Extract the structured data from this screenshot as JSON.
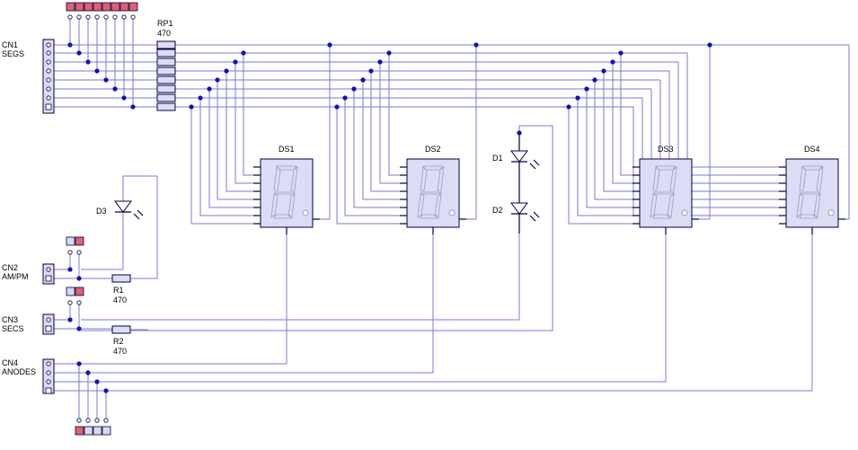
{
  "title": "4-digit 7-segment display clock schematic",
  "colors": {
    "wire": "#7a7ad8",
    "junction": "#1010c0",
    "body": "#dcdcf4",
    "jumper_on": "#e06070",
    "jumper_off": "#d8d8f0"
  },
  "connectors": [
    {
      "ref": "CN1",
      "name": "SEGS",
      "pins": 8
    },
    {
      "ref": "CN2",
      "name": "AM/PM",
      "pins": 2
    },
    {
      "ref": "CN3",
      "name": "SECS",
      "pins": 2
    },
    {
      "ref": "CN4",
      "name": "ANODES",
      "pins": 4
    }
  ],
  "resistors": [
    {
      "ref": "RP1",
      "value": "470"
    },
    {
      "ref": "R1",
      "value": "470"
    },
    {
      "ref": "R2",
      "value": "470"
    }
  ],
  "leds": [
    {
      "ref": "D1"
    },
    {
      "ref": "D2"
    },
    {
      "ref": "D3"
    }
  ],
  "displays": [
    {
      "ref": "DS1"
    },
    {
      "ref": "DS2"
    },
    {
      "ref": "DS3"
    },
    {
      "ref": "DS4"
    }
  ],
  "jumpers": {
    "segs": [
      1,
      1,
      1,
      1,
      1,
      1,
      1,
      1
    ],
    "ampm": [
      0,
      1
    ],
    "secs": [
      0,
      1
    ],
    "anodes": [
      1,
      0,
      0,
      0
    ]
  }
}
